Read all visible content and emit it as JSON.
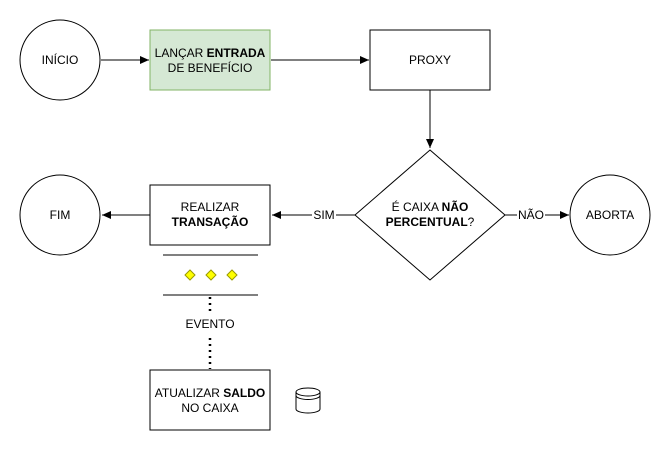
{
  "nodes": {
    "inicio": {
      "label": "INÍCIO"
    },
    "lancar": {
      "line1_a": "LANÇAR ",
      "line1_b": "ENTRADA",
      "line2": "DE BENEFÍCIO",
      "fill": "#d5e8d4",
      "stroke": "#82b366"
    },
    "proxy": {
      "label": "PROXY"
    },
    "decisao": {
      "line1_a": "É CAIXA ",
      "line1_b": "NÃO",
      "line2_a": "PERCENTUAL",
      "line2_b": "?"
    },
    "aborta": {
      "label": "ABORTA"
    },
    "realizar": {
      "line1": "REALIZAR",
      "line2": "TRANSAÇÃO"
    },
    "fim": {
      "label": "FIM"
    },
    "atualizar": {
      "line1_a": "ATUALIZAR ",
      "line1_b": "SALDO",
      "line2": "NO CAIXA"
    }
  },
  "edges": {
    "sim": "SIM",
    "nao": "NÃO",
    "evento": "EVENTO"
  },
  "queue": {
    "diamond_color": "#ffff00",
    "diamond_stroke": "#999900"
  },
  "icons": [
    "database-icon"
  ]
}
